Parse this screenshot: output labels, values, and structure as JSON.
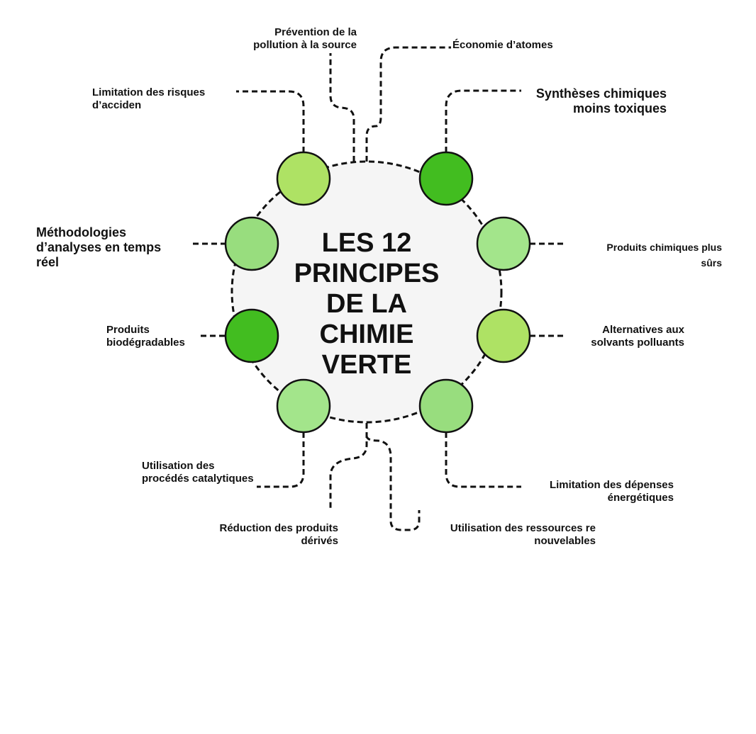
{
  "title": "LES 12\nPRINCIPES\nDE LA\nCHIMIE\nVERTE",
  "principles": [
    {
      "label": "Prévention de la\npollution à la source"
    },
    {
      "label": "Économie d’atomes"
    },
    {
      "label": "Limitation des risques\nd’acciden"
    },
    {
      "label": "Synthèses chimiques\nmoins toxiques"
    },
    {
      "label": "Méthodologies\nd’analyses en temps\nréel"
    },
    {
      "label": "Produits chimiques plus\nsûrs"
    },
    {
      "label": "Produits\nbiodégradables"
    },
    {
      "label": "Alternatives aux\nsolvants polluants"
    },
    {
      "label": "Utilisation des\nprocédés catalytiques"
    },
    {
      "label": "Limitation des dépenses\nénergétiques"
    },
    {
      "label": "Réduction des produits\ndérivés"
    },
    {
      "label": "Utilisation des ressources re\nnouvelables"
    }
  ],
  "colors": {
    "light": "#aee264",
    "dark": "#42bd20",
    "mid": "#98dd7e",
    "pale": "#a3e58b",
    "center": "#f5f5f5"
  }
}
